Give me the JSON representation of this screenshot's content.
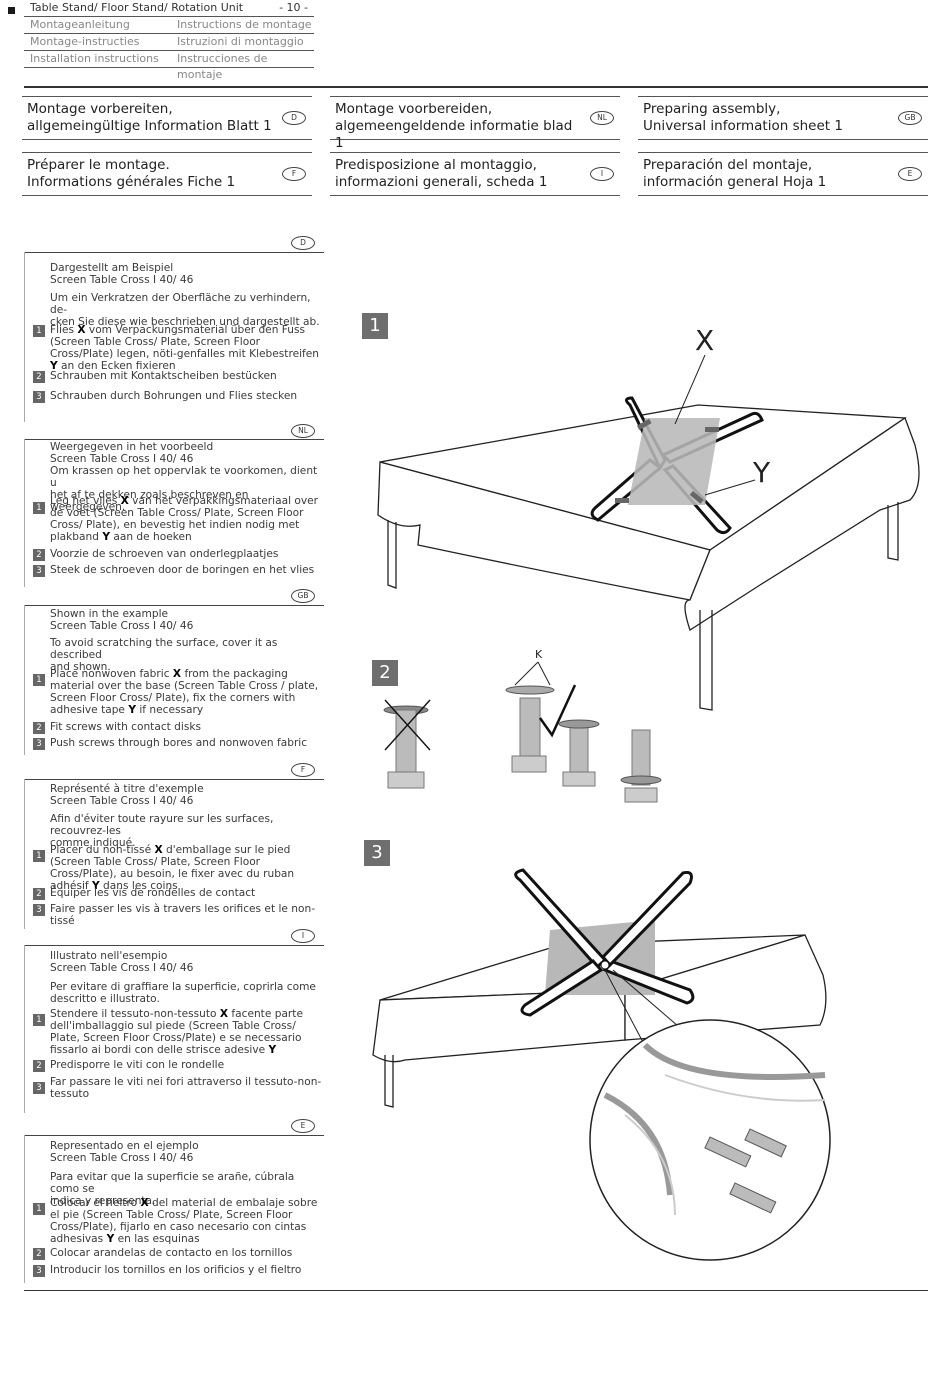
{
  "header": {
    "row1_left": "Table Stand/ Floor Stand/ Rotation Unit",
    "page_number": "- 10 -",
    "row2_left": "Montageanleitung",
    "row2_right": "Instructions de montage",
    "row3_left": "Montage-instructies",
    "row3_right": "Istruzioni di montaggio",
    "row4_left": "Installation instructions",
    "row4_right": "Instrucciones de montaje"
  },
  "titles": [
    {
      "line1": "Montage vorbereiten,",
      "line2": "allgemeingültige Information Blatt 1",
      "lang": "D"
    },
    {
      "line1": "Montage voorbereiden,",
      "line2": "algemeengeldende informatie blad 1",
      "lang": "NL"
    },
    {
      "line1": "Preparing assembly,",
      "line2": "Universal information sheet 1",
      "lang": "GB"
    },
    {
      "line1": "Préparer le montage.",
      "line2": "Informations générales Fiche 1",
      "lang": "F"
    },
    {
      "line1": "Predisposizione al montaggio,",
      "line2": "informazioni generali, scheda 1",
      "lang": "I"
    },
    {
      "line1": "Preparación del montaje,",
      "line2": "información general  Hoja 1",
      "lang": "E"
    }
  ],
  "sections": {
    "de": {
      "lang": "D",
      "intro1": "Dargestellt am Beispiel",
      "intro2": "Screen Table Cross I 40/ 46",
      "intro3": "Um ein Verkratzen der Oberfläche zu verhindern, de-",
      "intro4": "cken Sie diese wie beschrieben und dargestellt ab.",
      "s1_a": "Flies ",
      "s1_x": "X",
      "s1_b": " vom Verpackungsmaterial über den Fuss (Screen Table Cross/ Plate, Screen Floor Cross/Plate) legen, nöti-genfalles mit Klebestreifen ",
      "s1_y": "Y",
      "s1_c": " an den Ecken fixieren",
      "s2": "Schrauben mit Kontaktscheiben bestücken",
      "s3": "Schrauben durch Bohrungen und Flies stecken"
    },
    "nl": {
      "lang": "NL",
      "intro1": "Weergegeven in het voorbeeld",
      "intro2": "Screen Table Cross I 40/ 46",
      "intro3": "Om krassen op het oppervlak te voorkomen, dient u",
      "intro4": "het af te dekken zoals beschreven en weergegeven.",
      "s1_a": "Leg het vlies ",
      "s1_x": "X",
      "s1_b": " van het verpakkingsmateriaal over de voet (Screen Table Cross/ Plate, Screen Floor Cross/ Plate), en bevestig het indien nodig met plakband ",
      "s1_y": "Y",
      "s1_c": " aan de hoeken",
      "s2": "Voorzie de schroeven van onderlegplaatjes",
      "s3": "Steek de schroeven door de boringen en het vlies"
    },
    "gb": {
      "lang": "GB",
      "intro1": "Shown in the example",
      "intro2": "Screen Table Cross I 40/ 46",
      "intro3": "To avoid scratching the surface, cover it as described",
      "intro4": "and shown.",
      "s1_a": "Place nonwoven fabric ",
      "s1_x": "X",
      "s1_b": " from the packaging material over the base (Screen Table Cross / plate, Screen Floor Cross/ Plate), fix the corners with adhesive tape ",
      "s1_y": "Y",
      "s1_c": " if necessary",
      "s2": "Fit screws with contact disks",
      "s3": "Push screws through bores and nonwoven fabric"
    },
    "fr": {
      "lang": "F",
      "intro1": "Représenté à titre d'exemple",
      "intro2": "Screen Table Cross I 40/ 46",
      "intro3": "Afin d'éviter toute rayure sur les surfaces, recouvrez-les",
      "intro4": "comme indiqué.",
      "s1_a": "Placer du non-tissé ",
      "s1_x": "X",
      "s1_b": " d'emballage sur le pied (Screen Table Cross/ Plate, Screen Floor Cross/Plate), au besoin, le fixer avec du ruban adhésif ",
      "s1_y": "Y",
      "s1_c": " dans les coins",
      "s2": "Équiper les vis de rondelles de contact",
      "s3": "Faire passer les vis à travers les orifices et le non-tissé"
    },
    "it": {
      "lang": "I",
      "intro1": "Illustrato nell'esempio",
      "intro2": "Screen Table Cross I 40/ 46",
      "intro3": "Per evitare di graffiare la superficie, coprirla come",
      "intro4": "descritto e illustrato.",
      "s1_a": "Stendere il tessuto-non-tessuto ",
      "s1_x": "X",
      "s1_b": " facente parte dell'imballaggio sul piede (Screen Table Cross/ Plate, Screen Floor Cross/Plate) e se necessario fissarlo ai bordi con delle strisce adesive ",
      "s1_y": "Y",
      "s1_c": "",
      "s2": "Predisporre le viti con le rondelle",
      "s3": "Far passare le viti nei fori attraverso il tessuto-non-tessuto"
    },
    "es": {
      "lang": "E",
      "intro1": "Representado en el ejemplo",
      "intro2": "Screen Table Cross I 40/ 46",
      "intro3": "Para evitar que la superficie se arañe, cúbrala como se",
      "intro4": "indica y representa.",
      "s1_a": "Colocar el fieltro ",
      "s1_x": "X",
      "s1_b": " del material de embalaje sobre el pie (Screen Table Cross/ Plate, Screen Floor Cross/Plate), fijarlo en caso necesario con cintas adhesivas ",
      "s1_y": "Y",
      "s1_c": " en las esquinas",
      "s2": "Colocar arandelas de contacto en los tornillos",
      "s3": "Introducir los tornillos en los orificios y el fieltro"
    }
  },
  "step_numbers": [
    "1",
    "2",
    "3"
  ],
  "figures": {
    "fig1_number": "1",
    "fig2_number": "2",
    "fig3_number": "3",
    "label_x": "X",
    "label_y": "Y",
    "label_k": "K"
  },
  "colors": {
    "step_box": "#666666",
    "fig_box": "#6e6e6e",
    "fabric": "#b8b8b8"
  }
}
